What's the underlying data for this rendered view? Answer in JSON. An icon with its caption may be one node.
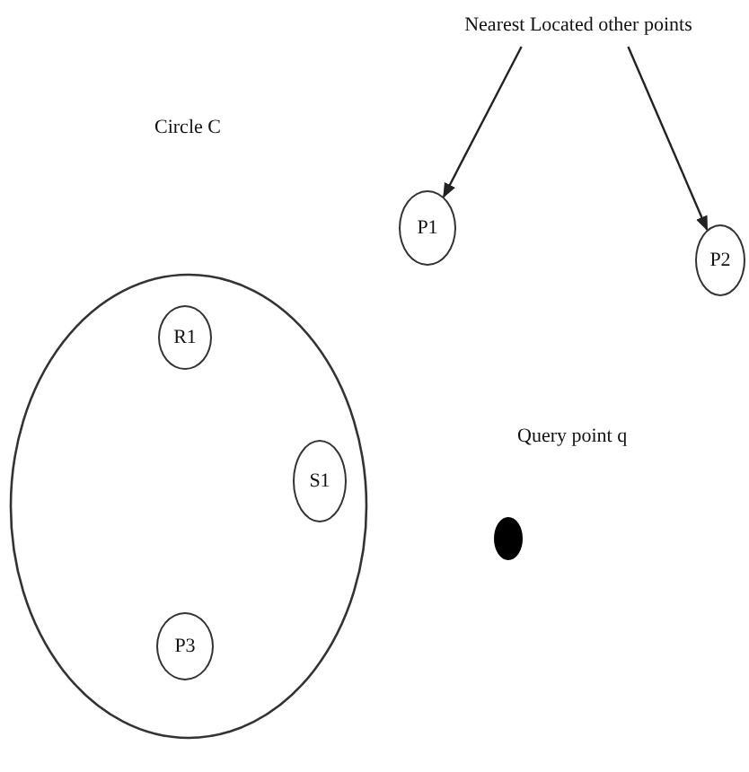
{
  "diagram": {
    "nodes": [
      {
        "text": [
          "Nearest Located other points"
        ]
      },
      {
        "text": [
          "P1"
        ]
      },
      {
        "text": [
          "P2"
        ]
      },
      {
        "text": [],
        "shape": "circle"
      },
      {
        "text": [
          "R1"
        ],
        "in": 3
      },
      {
        "text": [
          "S1"
        ],
        "in": 3
      },
      {
        "text": [
          "P3"
        ],
        "in": 3
      },
      {
        "text": [],
        "shape": "circle",
        "beside": [
          "Query point q"
        ]
      }
    ],
    "edges": [
      {
        "from": 0,
        "to": 1,
        "arrow": "to"
      },
      {
        "from": 0,
        "to": 2,
        "arrow": "to"
      }
    ],
    "labels": [
      "Circle C"
    ]
  }
}
